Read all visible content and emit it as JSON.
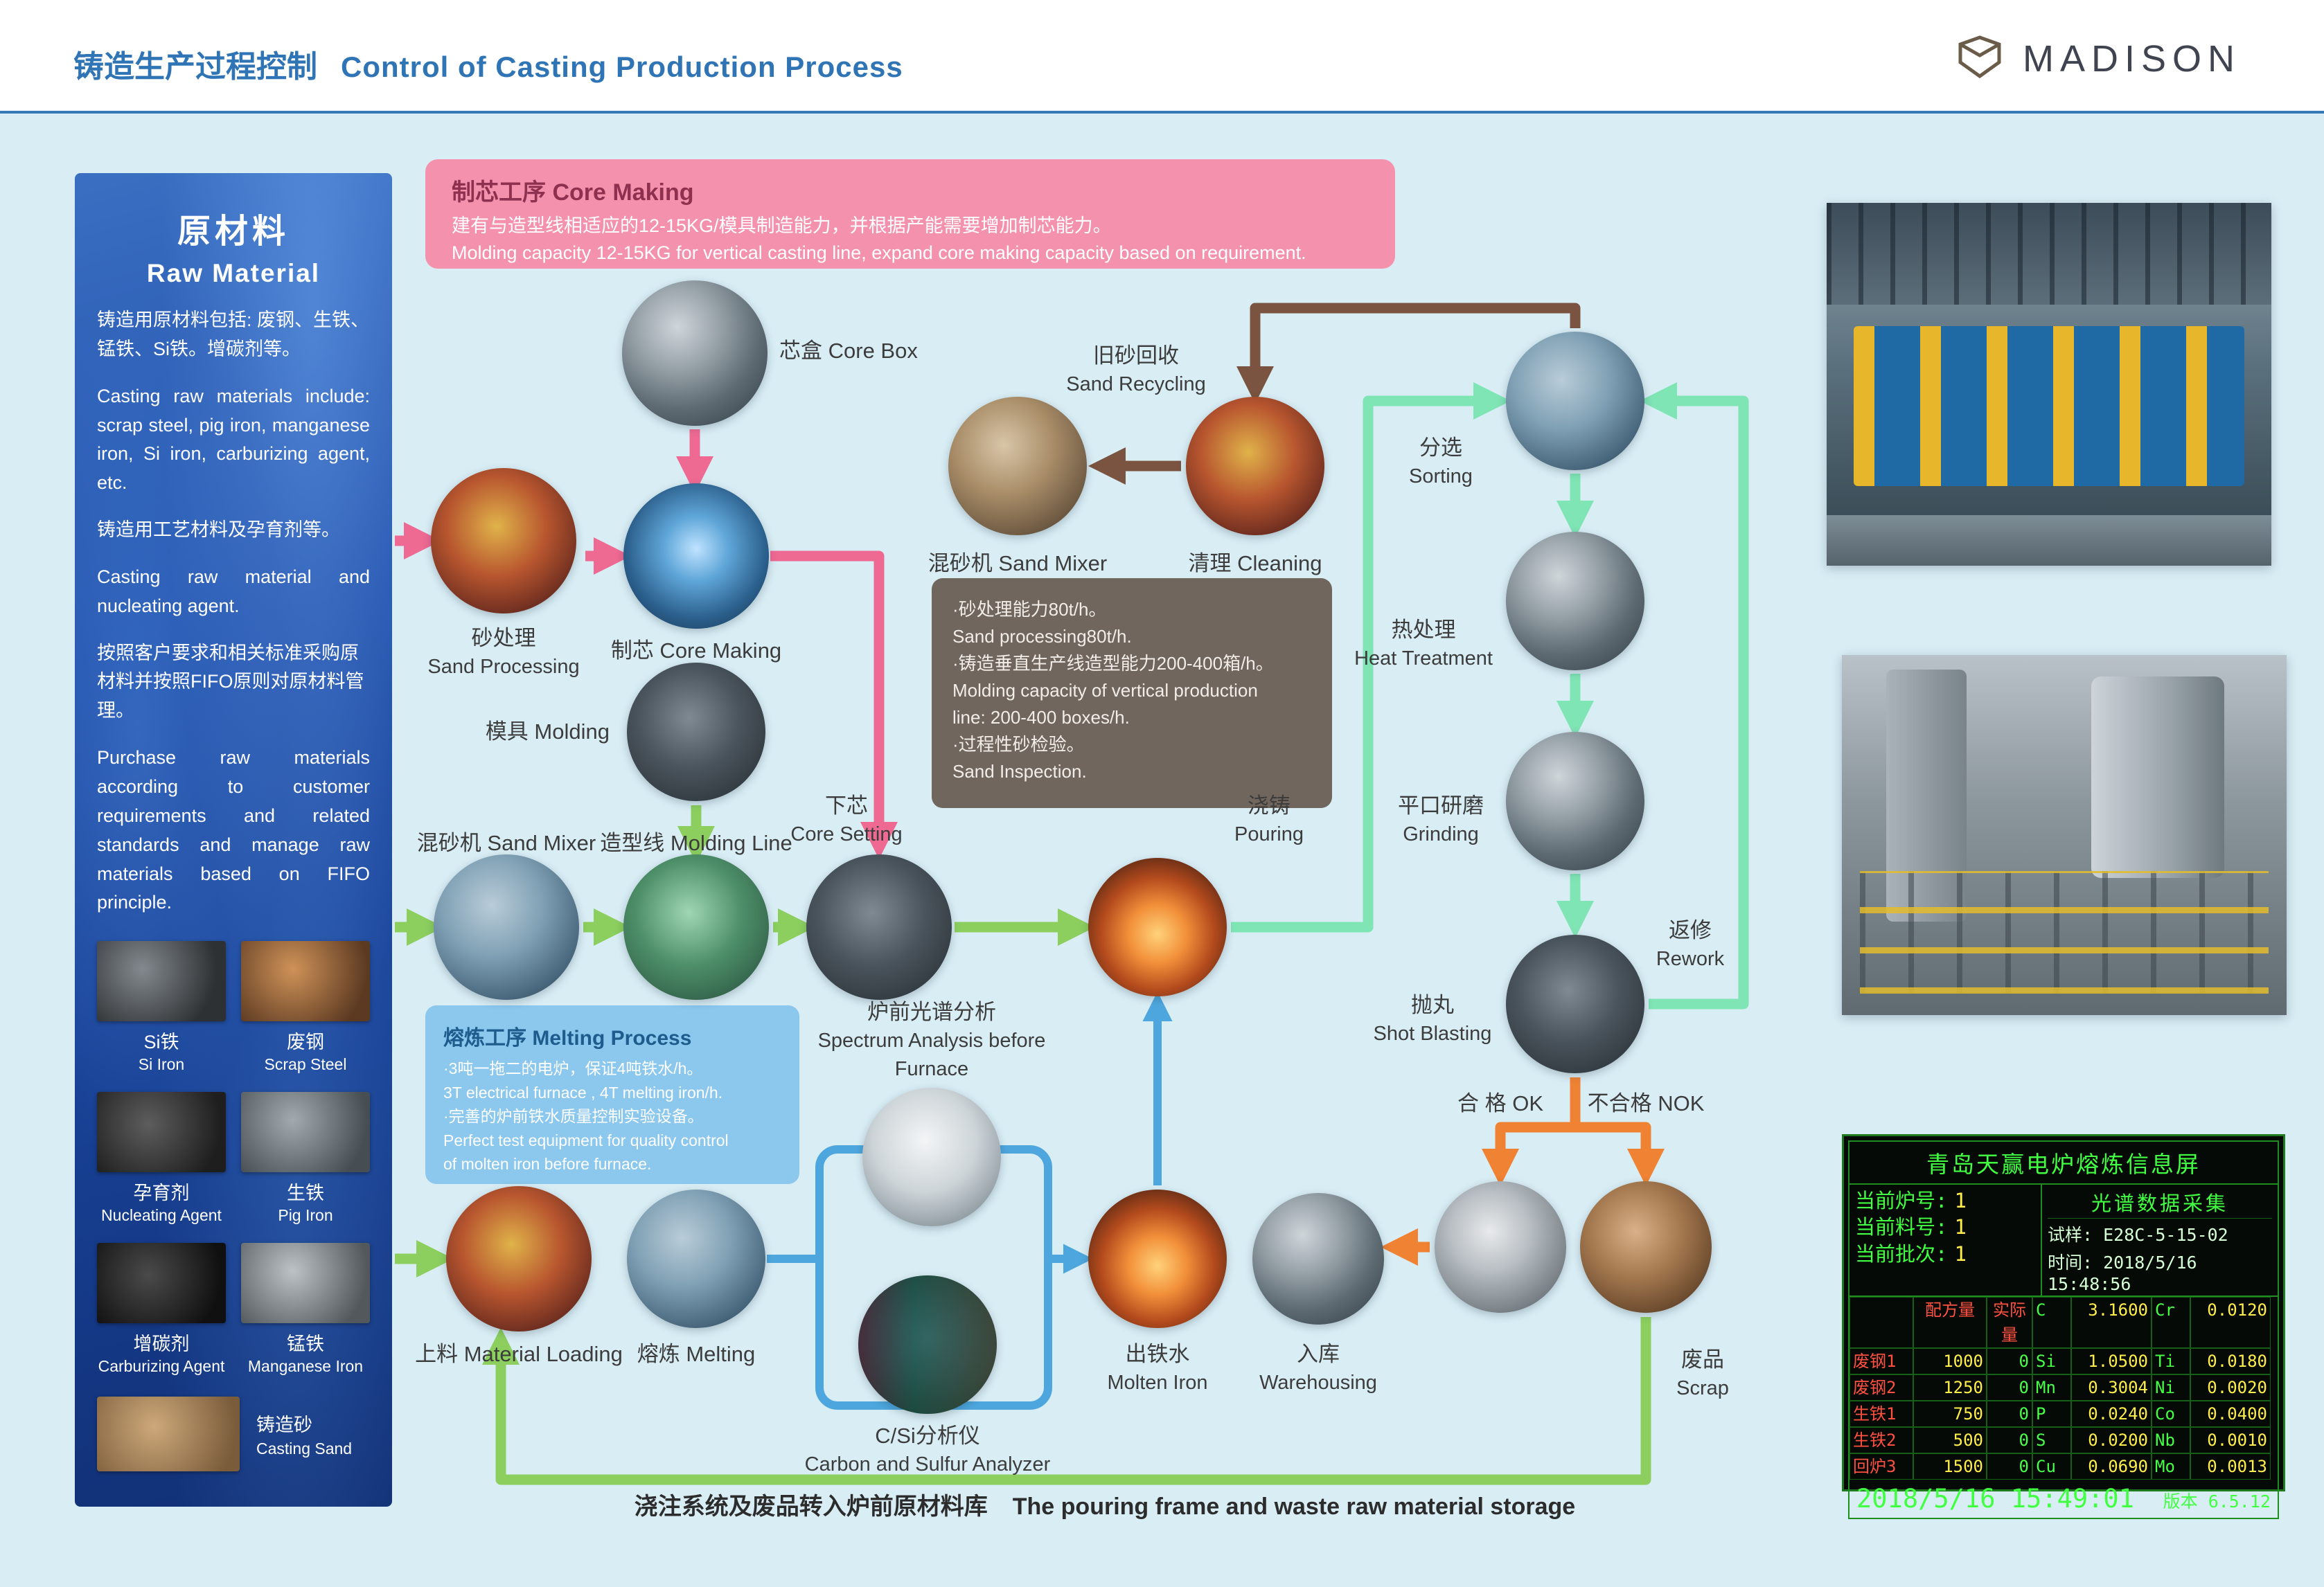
{
  "header": {
    "title_zh": "铸造生产过程控制",
    "title_en": "Control of  Casting Production Process",
    "brand": "MADISON"
  },
  "colors": {
    "accent_blue": "#2f74b5",
    "box_pink": "#f492ad",
    "box_brown": "#695d53",
    "box_blue": "#8cc8ee",
    "arrow_pink": "#ef6a93",
    "arrow_green": "#8ccf5f",
    "arrow_mint": "#7fe5b5",
    "arrow_orange": "#f08233",
    "arrow_brown": "#7a5440",
    "arrow_blue": "#4da7de",
    "led_green": "#3dff3d"
  },
  "sidebar": {
    "title_zh": "原材料",
    "title_en": "Raw Material",
    "para1_zh": "铸造用原材料包括: 废钢、生铁、锰铁、Si铁。增碳剂等。",
    "para1_en": "Casting raw materials include: scrap steel, pig iron, manganese iron, Si iron, carburizing agent, etc.",
    "para2_zh": "铸造用工艺材料及孕育剂等。",
    "para2_en": "Casting raw material and nucleating agent.",
    "para3_zh": "按照客户要求和相关标准采购原材料并按照FIFO原则对原材料管理。",
    "para3_en": "Purchase raw materials according to customer requirements and related standards and manage raw materials based on FIFO principle.",
    "materials": [
      {
        "zh": "Si铁",
        "en": "Si Iron"
      },
      {
        "zh": "废钢",
        "en": "Scrap Steel"
      },
      {
        "zh": "孕育剂",
        "en": "Nucleating Agent"
      },
      {
        "zh": "生铁",
        "en": "Pig Iron"
      },
      {
        "zh": "增碳剂",
        "en": "Carburizing Agent"
      },
      {
        "zh": "锰铁",
        "en": "Manganese Iron"
      },
      {
        "zh": "铸造砂",
        "en": "Casting Sand"
      }
    ]
  },
  "boxes": {
    "core_making": {
      "title": "制芯工序  Core Making",
      "line1": "建有与造型线相适应的12-15KG/模具制造能力，并根据产能需要增加制芯能力。",
      "line2": "Molding capacity 12-15KG for vertical casting line, expand core  making capacity based on requirement."
    },
    "sand_info": {
      "lines": [
        "·砂处理能力80t/h。",
        "Sand processing80t/h.",
        "·铸造垂直生产线造型能力200-400箱/h。",
        "Molding capacity of vertical production",
        " line: 200-400 boxes/h.",
        "·过程性砂检验。",
        "Sand Inspection."
      ]
    },
    "melting": {
      "title": "熔炼工序 Melting Process",
      "lines": [
        "·3吨一拖二的电炉，保证4吨铁水/h。",
        "3T electrical furnace , 4T melting iron/h.",
        "·完善的炉前铁水质量控制实验设备。",
        "Perfect test equipment for quality control",
        "of molten iron before furnace."
      ]
    }
  },
  "nodes": {
    "core_box": {
      "label": "芯盒 Core Box"
    },
    "sand_recycling": {
      "zh": "旧砂回收",
      "en": "Sand Recycling"
    },
    "sand_mixer_top": {
      "label": "混砂机 Sand Mixer"
    },
    "cleaning": {
      "label": "清理 Cleaning"
    },
    "sand_processing": {
      "zh": "砂处理",
      "en": "Sand Processing"
    },
    "core_making": {
      "label": "制芯 Core Making"
    },
    "molding": {
      "label": "模具 Molding"
    },
    "sand_mixer2": {
      "label": "混砂机 Sand Mixer"
    },
    "molding_line": {
      "label": "造型线 Molding Line"
    },
    "core_setting": {
      "zh": "下芯",
      "en": "Core Setting"
    },
    "pouring": {
      "zh": "浇铸",
      "en": "Pouring"
    },
    "spectrum": {
      "zh": "炉前光谱分析",
      "en1": "Spectrum Analysis before",
      "en2": "Furnace"
    },
    "csi": {
      "zh": "C/Si分析仪",
      "en": "Carbon and Sulfur Analyzer"
    },
    "material_loading": {
      "label": "上料 Material Loading"
    },
    "melting": {
      "label": "熔炼 Melting"
    },
    "molten_iron": {
      "zh": "出铁水",
      "en": "Molten Iron"
    },
    "warehousing": {
      "zh": "入库",
      "en": "Warehousing"
    },
    "sorting": {
      "zh": "分选",
      "en": "Sorting"
    },
    "heat_treatment": {
      "zh": "热处理",
      "en": "Heat Treatment"
    },
    "grinding": {
      "zh": "平口研磨",
      "en": "Grinding"
    },
    "shot_blasting": {
      "zh": "抛丸",
      "en": "Shot Blasting"
    },
    "rework": {
      "zh": "返修",
      "en": "Rework"
    },
    "ok": {
      "label": "合  格 OK"
    },
    "nok": {
      "label": "不合格 NOK"
    },
    "scrap": {
      "zh": "废品",
      "en": "Scrap"
    }
  },
  "footer": {
    "zh": "浇注系统及废品转入炉前原材料库",
    "en": "The pouring frame and waste  raw material storage"
  },
  "led_panel": {
    "title": "青岛天赢电炉熔炼信息屏",
    "current": [
      {
        "label": "当前炉号:",
        "value": "1"
      },
      {
        "label": "当前料号:",
        "value": "1"
      },
      {
        "label": "当前批次:",
        "value": "1"
      }
    ],
    "spectrum_header": "光谱数据采集",
    "sample": "试样: E28C-5-15-02",
    "time": "时间: 2018/5/16 15:48:56",
    "table": {
      "rows": [
        [
          "",
          "配方量",
          "实际量",
          "C",
          "3.1600",
          "Cr",
          "0.0120"
        ],
        [
          "废钢1",
          "1000",
          "0",
          "Si",
          "1.0500",
          "Ti",
          "0.0180"
        ],
        [
          "废钢2",
          "1250",
          "0",
          "Mn",
          "0.3004",
          "Ni",
          "0.0020"
        ],
        [
          "生铁1",
          "750",
          "0",
          "P",
          "0.0240",
          "Co",
          "0.0400"
        ],
        [
          "生铁2",
          "500",
          "0",
          "S",
          "0.0200",
          "Nb",
          "0.0010"
        ],
        [
          "回炉3",
          "1500",
          "0",
          "Cu",
          "0.0690",
          "Mo",
          "0.0013"
        ]
      ]
    },
    "footer_time": "2018/5/16 15:49:01",
    "footer_version": "版本 6.5.12"
  }
}
